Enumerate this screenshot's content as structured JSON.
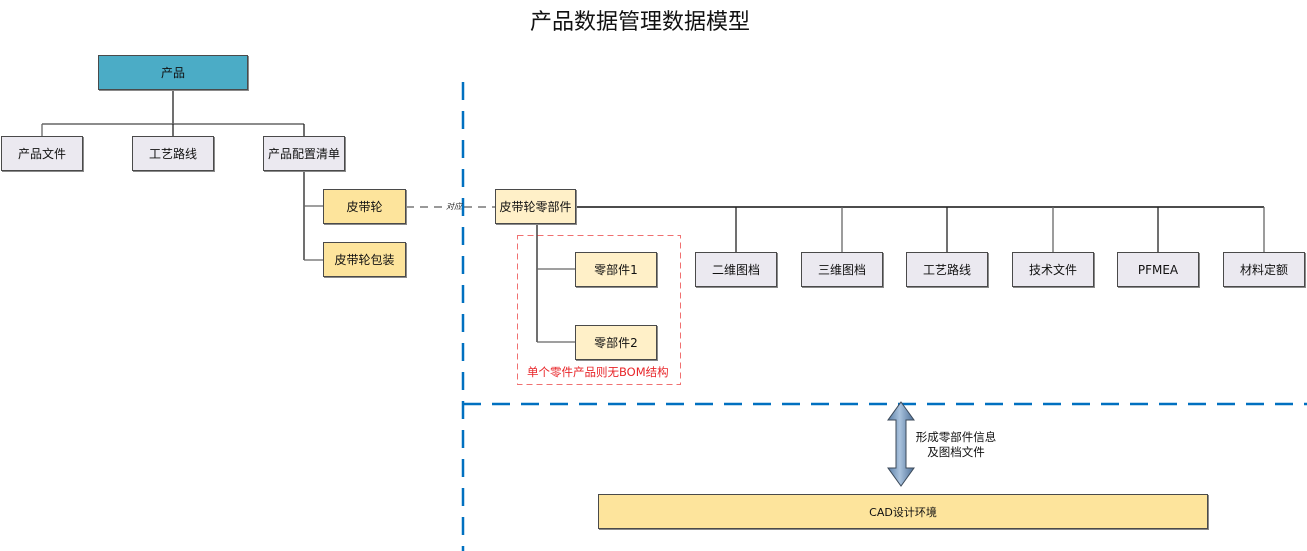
{
  "title": "产品数据管理数据模型",
  "colors": {
    "root": "#4bacc6",
    "grey_box": "#ebe9f0",
    "yellow_box": "#fde49c",
    "light_yellow_box": "#fff0c8",
    "divider_blue": "#0070c0",
    "note_red": "#e8262a"
  },
  "left_tree": {
    "root": "产品",
    "children": [
      "产品文件",
      "工艺路线",
      "产品配置清单"
    ],
    "config_items": [
      "皮带轮",
      "皮带轮包装"
    ]
  },
  "connector_label": "对应",
  "part": {
    "name": "皮带轮零部件",
    "sub_parts": [
      "零部件1",
      "零部件2"
    ],
    "sub_parts_note": "单个零件产品则无BOM结构",
    "documents": [
      "二维图档",
      "三维图档",
      "工艺路线",
      "技术文件",
      "PFMEA",
      "材料定额"
    ]
  },
  "arrow_label": [
    "形成零部件信息",
    "及图档文件"
  ],
  "cad": "CAD设计环境"
}
